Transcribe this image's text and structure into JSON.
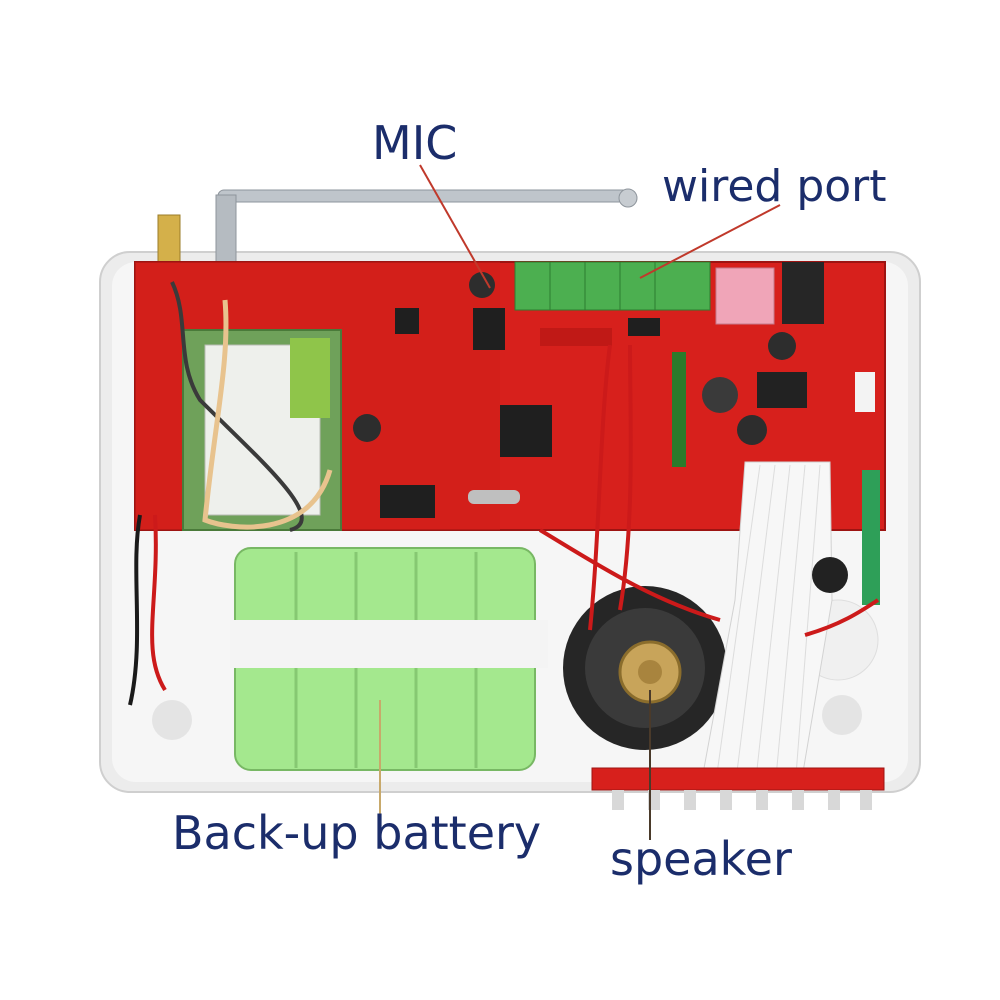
{
  "labels": {
    "mic": "MIC",
    "wired_port": "wired port",
    "battery": "Back-up battery",
    "speaker": "speaker"
  },
  "colors": {
    "label_text": "#1b2d6b",
    "pointer_line": "#c0392b",
    "pcb": "#d7201c",
    "enclosure": "#f2f2f2",
    "battery": "#9fe68c",
    "terminal_block": "#4caf50"
  }
}
